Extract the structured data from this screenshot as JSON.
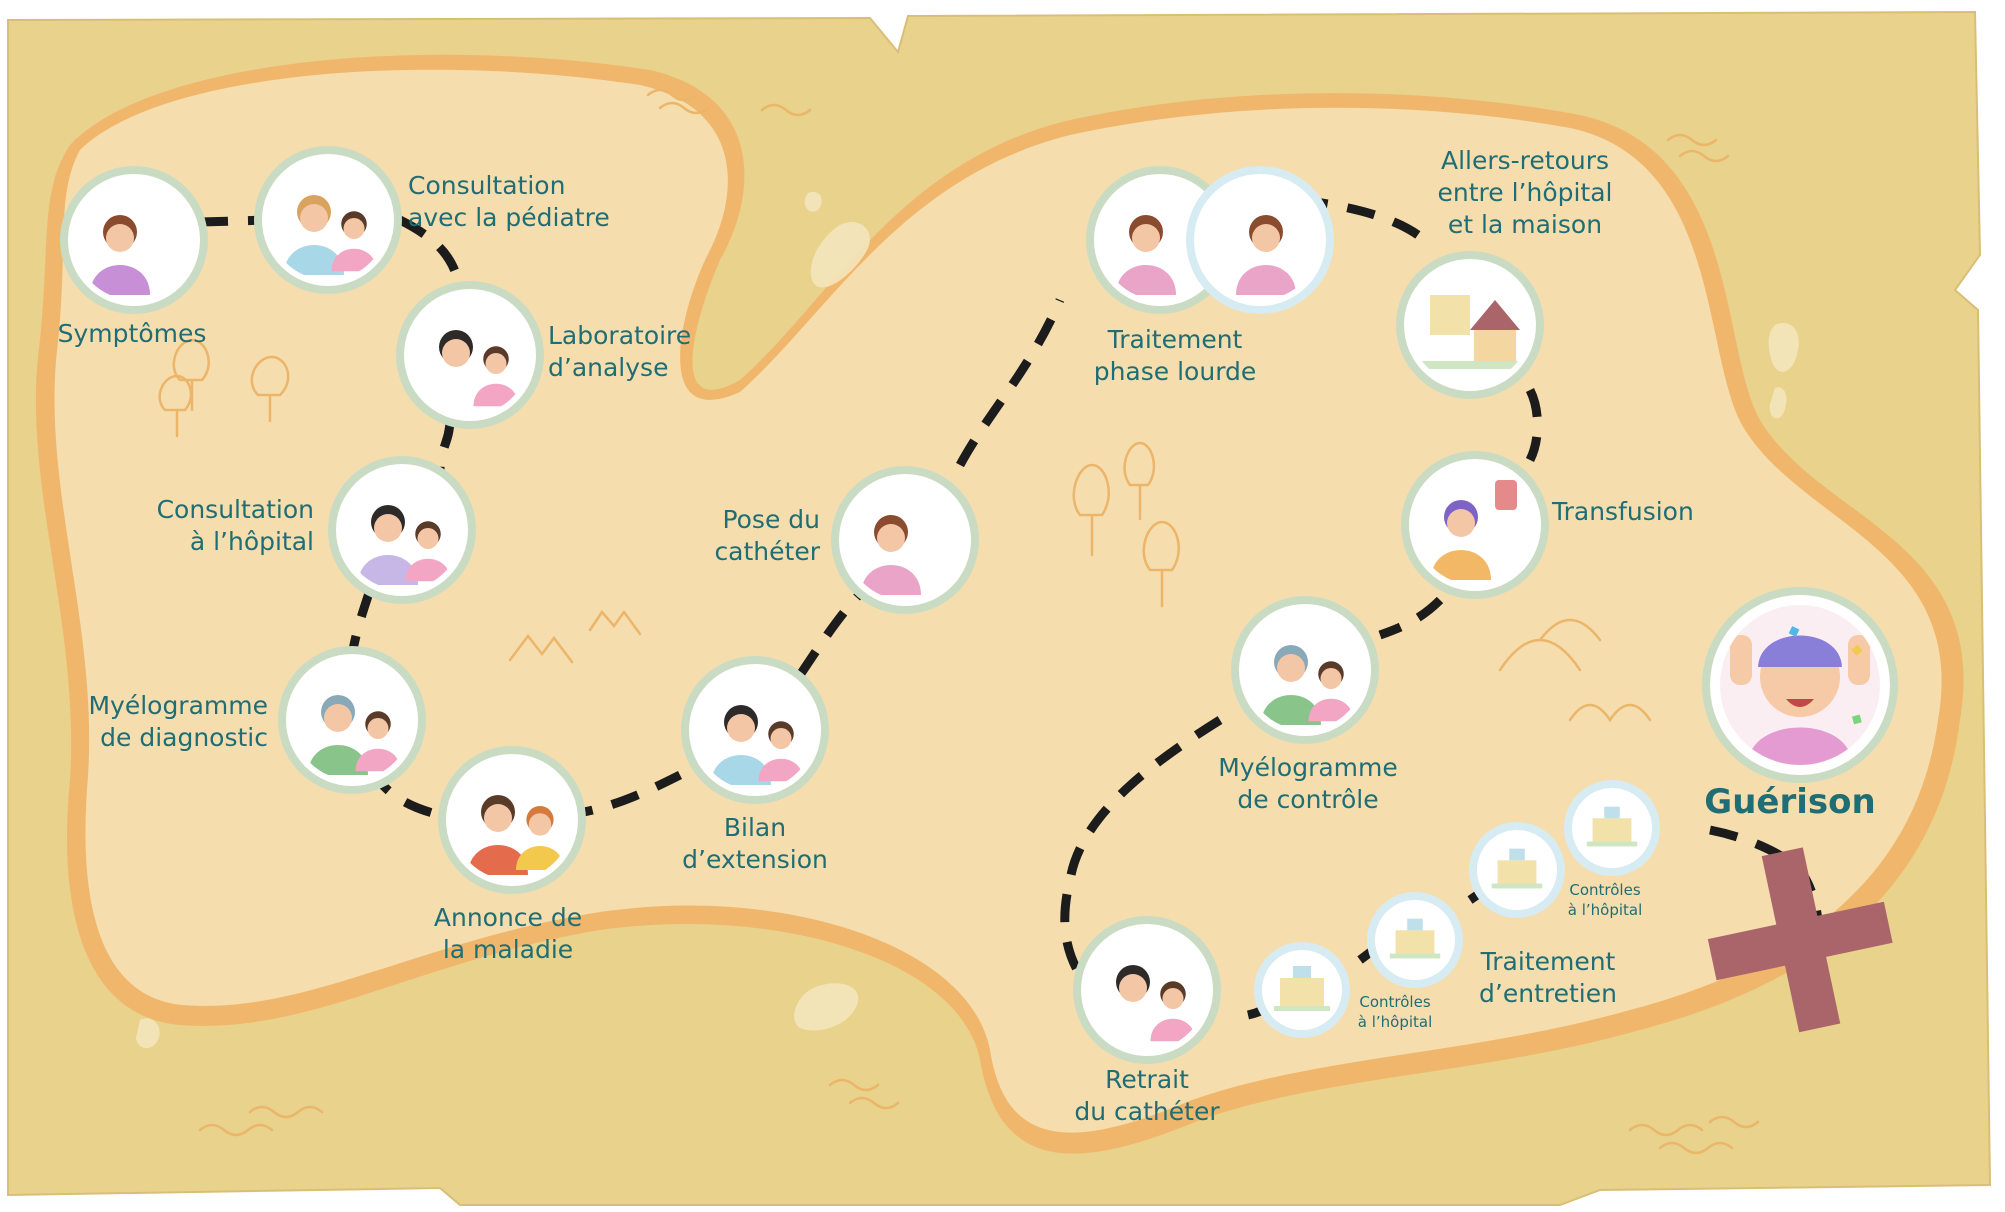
{
  "colors": {
    "paper": "#e9d28c",
    "island": "#f6ddae",
    "island_edge": "#f0b76c",
    "ring": "#c9dcc3",
    "ring_light": "#d6ecf2",
    "text": "#1f6e75",
    "path": "#1c1c1c",
    "x_mark": "#a9656a",
    "decor": "#ebb56a"
  },
  "steps": [
    {
      "id": "symptomes",
      "label": "Symptômes",
      "icon": "child-in-bed-icon"
    },
    {
      "id": "consultation-pediatre",
      "label": "Consultation\navec la pédiatre",
      "icon": "doctor-stethoscope-icon"
    },
    {
      "id": "laboratoire",
      "label": "Laboratoire\nd’analyse",
      "icon": "blood-test-icon"
    },
    {
      "id": "consultation-hopital",
      "label": "Consultation\nà l’hôpital",
      "icon": "doctor-exam-icon"
    },
    {
      "id": "myelogramme-diagnostic",
      "label": "Myélogramme\nde diagnostic",
      "icon": "medical-procedure-icon"
    },
    {
      "id": "annonce-maladie",
      "label": "Annonce de\nla maladie",
      "icon": "family-announcement-icon"
    },
    {
      "id": "bilan-extension",
      "label": "Bilan\nd’extension",
      "icon": "nurse-care-icon"
    },
    {
      "id": "pose-catheter",
      "label": "Pose du\ncathéter",
      "icon": "girl-catheter-icon"
    },
    {
      "id": "traitement-lourd",
      "label": "Traitement\nphase lourde",
      "icon": "iv-drip-icon"
    },
    {
      "id": "allers-retours",
      "label": "Allers-retours\nentre l’hôpital\net la maison",
      "icon": "hospital-and-house-icon"
    },
    {
      "id": "transfusion",
      "label": "Transfusion",
      "icon": "transfusion-bag-icon"
    },
    {
      "id": "myelogramme-controle",
      "label": "Myélogramme\nde contrôle",
      "icon": "medical-procedure-icon"
    },
    {
      "id": "retrait-catheter",
      "label": "Retrait\ndu cathéter",
      "icon": "doctor-consultation-icon"
    },
    {
      "id": "traitement-entretien",
      "label": "Traitement\nd’entretien",
      "icon": "hospital-icon"
    },
    {
      "id": "controles-1",
      "label": "Contrôles\nà l’hôpital",
      "icon": "small-hospital-icon"
    },
    {
      "id": "controles-2",
      "label": "Contrôles\nà l’hôpital",
      "icon": "small-hospital-icon"
    },
    {
      "id": "guerison",
      "label": "Guérison",
      "icon": "celebrating-child-icon"
    }
  ],
  "destination": {
    "icon": "x-mark-icon"
  }
}
